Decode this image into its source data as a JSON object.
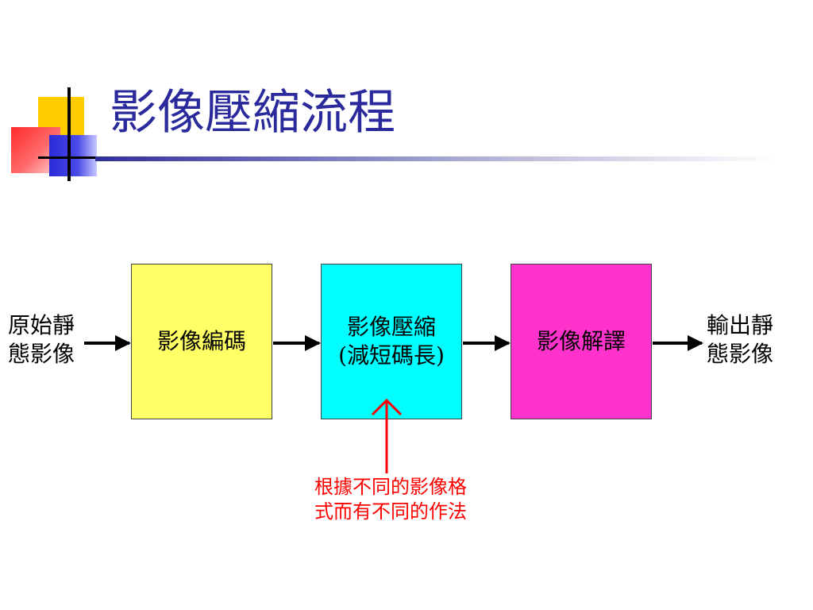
{
  "slide": {
    "title": "影像壓縮流程",
    "colors": {
      "title": "#2a2a9c",
      "note": "#ff0000",
      "arrow": "#000000"
    }
  },
  "diagram": {
    "input_label_line1": "原始靜",
    "input_label_line2": "態影像",
    "output_label_line1": "輸出靜",
    "output_label_line2": "態影像",
    "boxes": [
      {
        "line1": "影像編碼",
        "line2": "",
        "color": "#ffff66"
      },
      {
        "line1": "影像壓縮",
        "line2": "(減短碼長)",
        "color": "#00ffff"
      },
      {
        "line1": "影像解譯",
        "line2": "",
        "color": "#ff33cc"
      }
    ],
    "note_line1": "根據不同的影像格",
    "note_line2": "式而有不同的作法"
  }
}
